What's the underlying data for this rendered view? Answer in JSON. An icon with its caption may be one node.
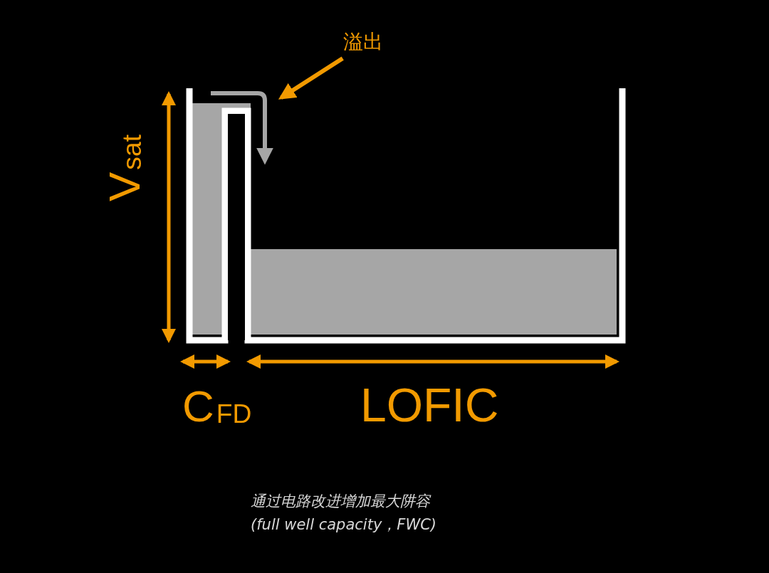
{
  "diagram": {
    "caption": "通过电路改进增加最大阱容(full well capacity，FWC)",
    "nodes": [
      {
        "text": [
          "溢出"
        ]
      },
      {
        "text": [],
        "shape": "arrow"
      }
    ],
    "edges": [
      {
        "from": 0,
        "to": 1,
        "arrow": "to"
      }
    ],
    "labels": [
      "V$_{sat}$",
      "C$_{FD}$",
      "LOFIC"
    ]
  }
}
